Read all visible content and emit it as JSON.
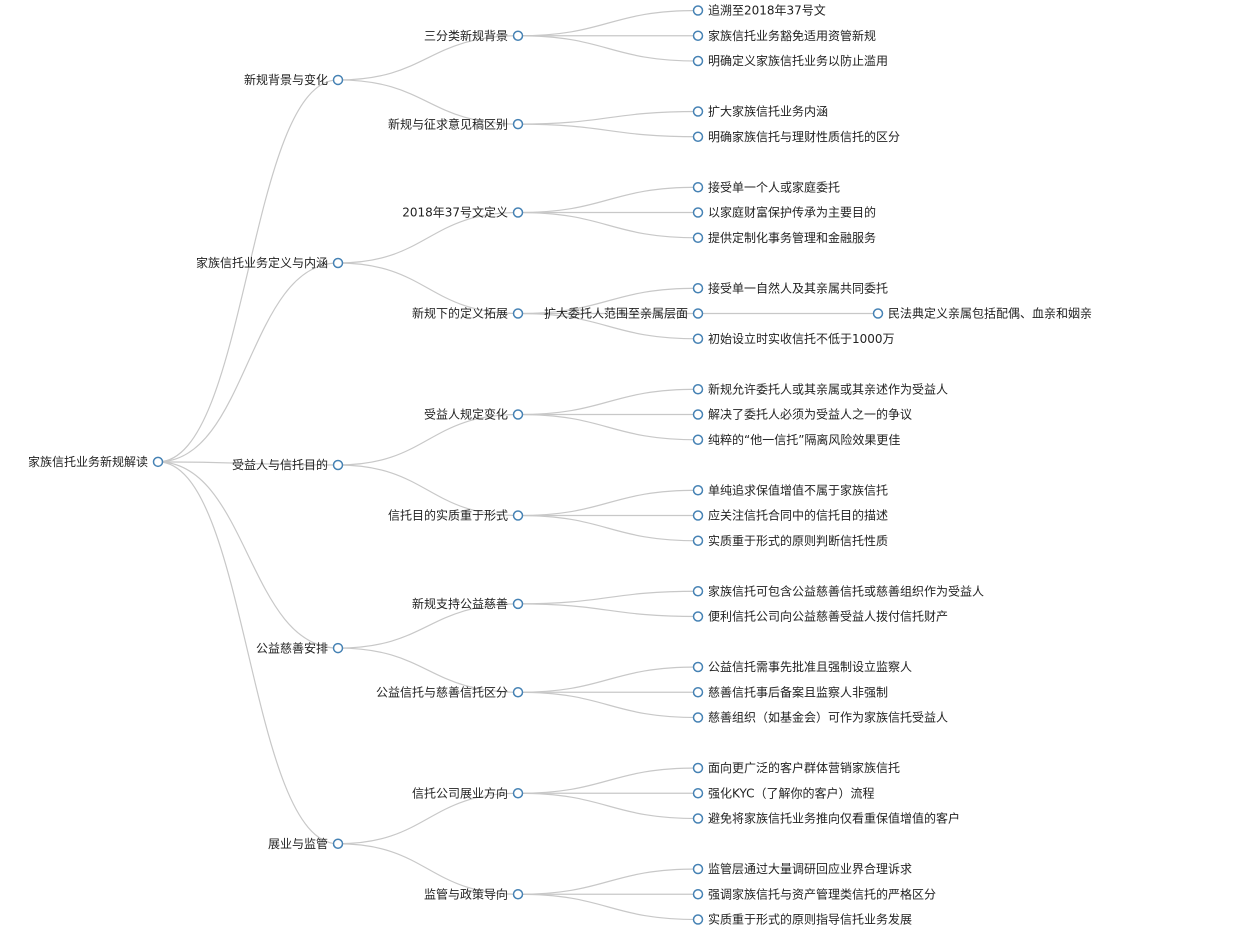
{
  "colors": {
    "link": "#c8c8c8",
    "node_stroke": "#4682b4",
    "node_fill": "#ffffff",
    "text": "#222222",
    "background": "#ffffff"
  },
  "tree": {
    "name": "家族信托业务新规解读",
    "children": [
      {
        "name": "新规背景与变化",
        "children": [
          {
            "name": "三分类新规背景",
            "children": [
              {
                "name": "追溯至2018年37号文"
              },
              {
                "name": "家族信托业务豁免适用资管新规"
              },
              {
                "name": "明确定义家族信托业务以防止滥用"
              }
            ]
          },
          {
            "name": "新规与征求意见稿区别",
            "children": [
              {
                "name": "扩大家族信托业务内涵"
              },
              {
                "name": "明确家族信托与理财性质信托的区分"
              }
            ]
          }
        ]
      },
      {
        "name": "家族信托业务定义与内涵",
        "children": [
          {
            "name": "2018年37号文定义",
            "children": [
              {
                "name": "接受单一个人或家庭委托"
              },
              {
                "name": "以家庭财富保护传承为主要目的"
              },
              {
                "name": "提供定制化事务管理和金融服务"
              }
            ]
          },
          {
            "name": "新规下的定义拓展",
            "children": [
              {
                "name": "接受单一自然人及其亲属共同委托"
              },
              {
                "name": "扩大委托人范围至亲属层面",
                "children": [
                  {
                    "name": "民法典定义亲属包括配偶、血亲和姻亲"
                  }
                ]
              },
              {
                "name": "初始设立时实收信托不低于1000万"
              }
            ]
          }
        ]
      },
      {
        "name": "受益人与信托目的",
        "children": [
          {
            "name": "受益人规定变化",
            "children": [
              {
                "name": "新规允许委托人或其亲属或其亲述作为受益人"
              },
              {
                "name": "解决了委托人必须为受益人之一的争议"
              },
              {
                "name": "纯粹的“他一信托”隔离风险效果更佳"
              }
            ]
          },
          {
            "name": "信托目的实质重于形式",
            "children": [
              {
                "name": "单纯追求保值增值不属于家族信托"
              },
              {
                "name": "应关注信托合同中的信托目的描述"
              },
              {
                "name": "实质重于形式的原则判断信托性质"
              }
            ]
          }
        ]
      },
      {
        "name": "公益慈善安排",
        "children": [
          {
            "name": "新规支持公益慈善",
            "children": [
              {
                "name": "家族信托可包含公益慈善信托或慈善组织作为受益人"
              },
              {
                "name": "便利信托公司向公益慈善受益人拨付信托财产"
              }
            ]
          },
          {
            "name": "公益信托与慈善信托区分",
            "children": [
              {
                "name": "公益信托需事先批准且强制设立监察人"
              },
              {
                "name": "慈善信托事后备案且监察人非强制"
              },
              {
                "name": "慈善组织（如基金会）可作为家族信托受益人"
              }
            ]
          }
        ]
      },
      {
        "name": "展业与监管",
        "children": [
          {
            "name": "信托公司展业方向",
            "children": [
              {
                "name": "面向更广泛的客户群体营销家族信托"
              },
              {
                "name": "强化KYC（了解你的客户）流程"
              },
              {
                "name": "避免将家族信托业务推向仅看重保值增值的客户"
              }
            ]
          },
          {
            "name": "监管与政策导向",
            "children": [
              {
                "name": "监管层通过大量调研回应业界合理诉求"
              },
              {
                "name": "强调家族信托与资产管理类信托的严格区分"
              },
              {
                "name": "实质重于形式的原则指导信托业务发展"
              }
            ]
          }
        ]
      }
    ]
  }
}
